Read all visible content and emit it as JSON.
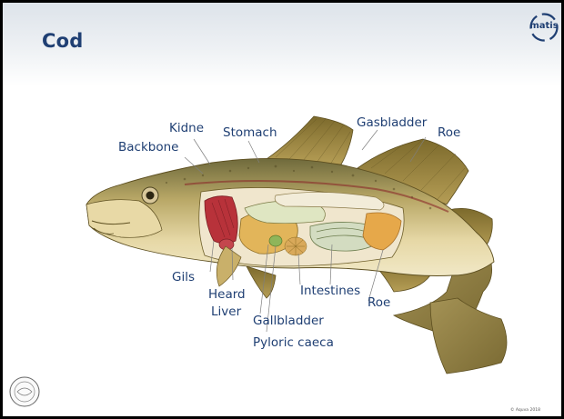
{
  "slide": {
    "title": "Cod",
    "logo_text": "matis",
    "copyright": "© Aquva 2018"
  },
  "labels": {
    "kidne": "Kidne",
    "stomach": "Stomach",
    "gasbladder": "Gasbladder",
    "roe_top": "Roe",
    "backbone": "Backbone",
    "gils": "Gils",
    "heard": "Heard",
    "liver": "Liver",
    "gallbladder": "Gallbladder",
    "pyloric": "Pyloric caeca",
    "intestines": "Intestines",
    "roe_bottom": "Roe"
  },
  "colors": {
    "title": "#1f3f73",
    "label": "#1f3f73",
    "fish_body": "#d8c48a",
    "fin": "#a08a42",
    "liver": "#e2b55a",
    "heart": "#b8323a"
  },
  "icons": {
    "logo": "matis-logo-icon",
    "seal": "university-seal-icon"
  }
}
